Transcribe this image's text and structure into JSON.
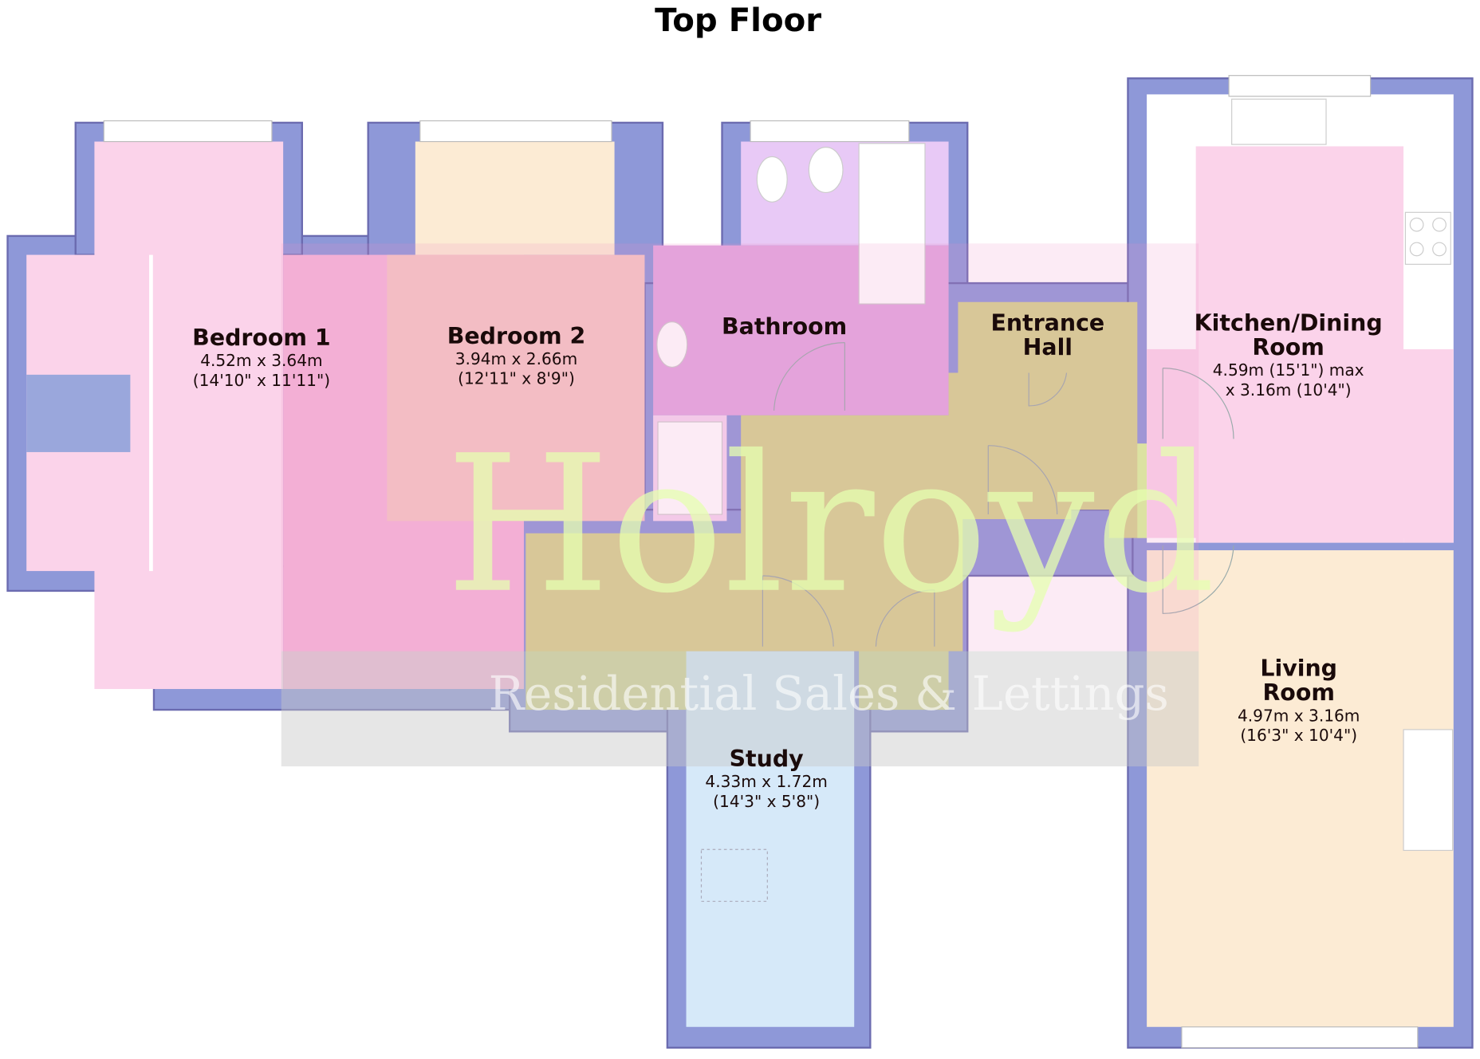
{
  "title": "Top Floor",
  "rooms": {
    "bedroom1": {
      "name": "Bedroom 1",
      "metric": "4.52m x 3.64m",
      "imperial": "(14'10\" x 11'11\")"
    },
    "bedroom2": {
      "name": "Bedroom 2",
      "metric": "3.94m x 2.66m",
      "imperial": "(12'11\" x 8'9\")"
    },
    "bathroom": {
      "name": "Bathroom"
    },
    "entrance_hall": {
      "name_line1": "Entrance",
      "name_line2": "Hall"
    },
    "kitchen": {
      "name_line1": "Kitchen/Dining",
      "name_line2": "Room",
      "dim_line1": "4.59m (15'1\") max",
      "dim_line2": "x 3.16m (10'4\")"
    },
    "living": {
      "name_line1": "Living",
      "name_line2": "Room",
      "metric": "4.97m x 3.16m",
      "imperial": "(16'3\" x 10'4\")"
    },
    "study": {
      "name": "Study",
      "metric": "4.33m x 1.72m",
      "imperial": "(14'3\" x 5'8\")"
    }
  },
  "watermark": {
    "brand": "Holroyd",
    "tagline": "Residential Sales & Lettings"
  },
  "colors": {
    "wall": "#8e98d8",
    "bedroom": "#fbd3ea",
    "hall": "#d4d48e",
    "living": "#fcebd4",
    "study": "#d6e9f9",
    "bathroom": "#e2a8e0"
  }
}
